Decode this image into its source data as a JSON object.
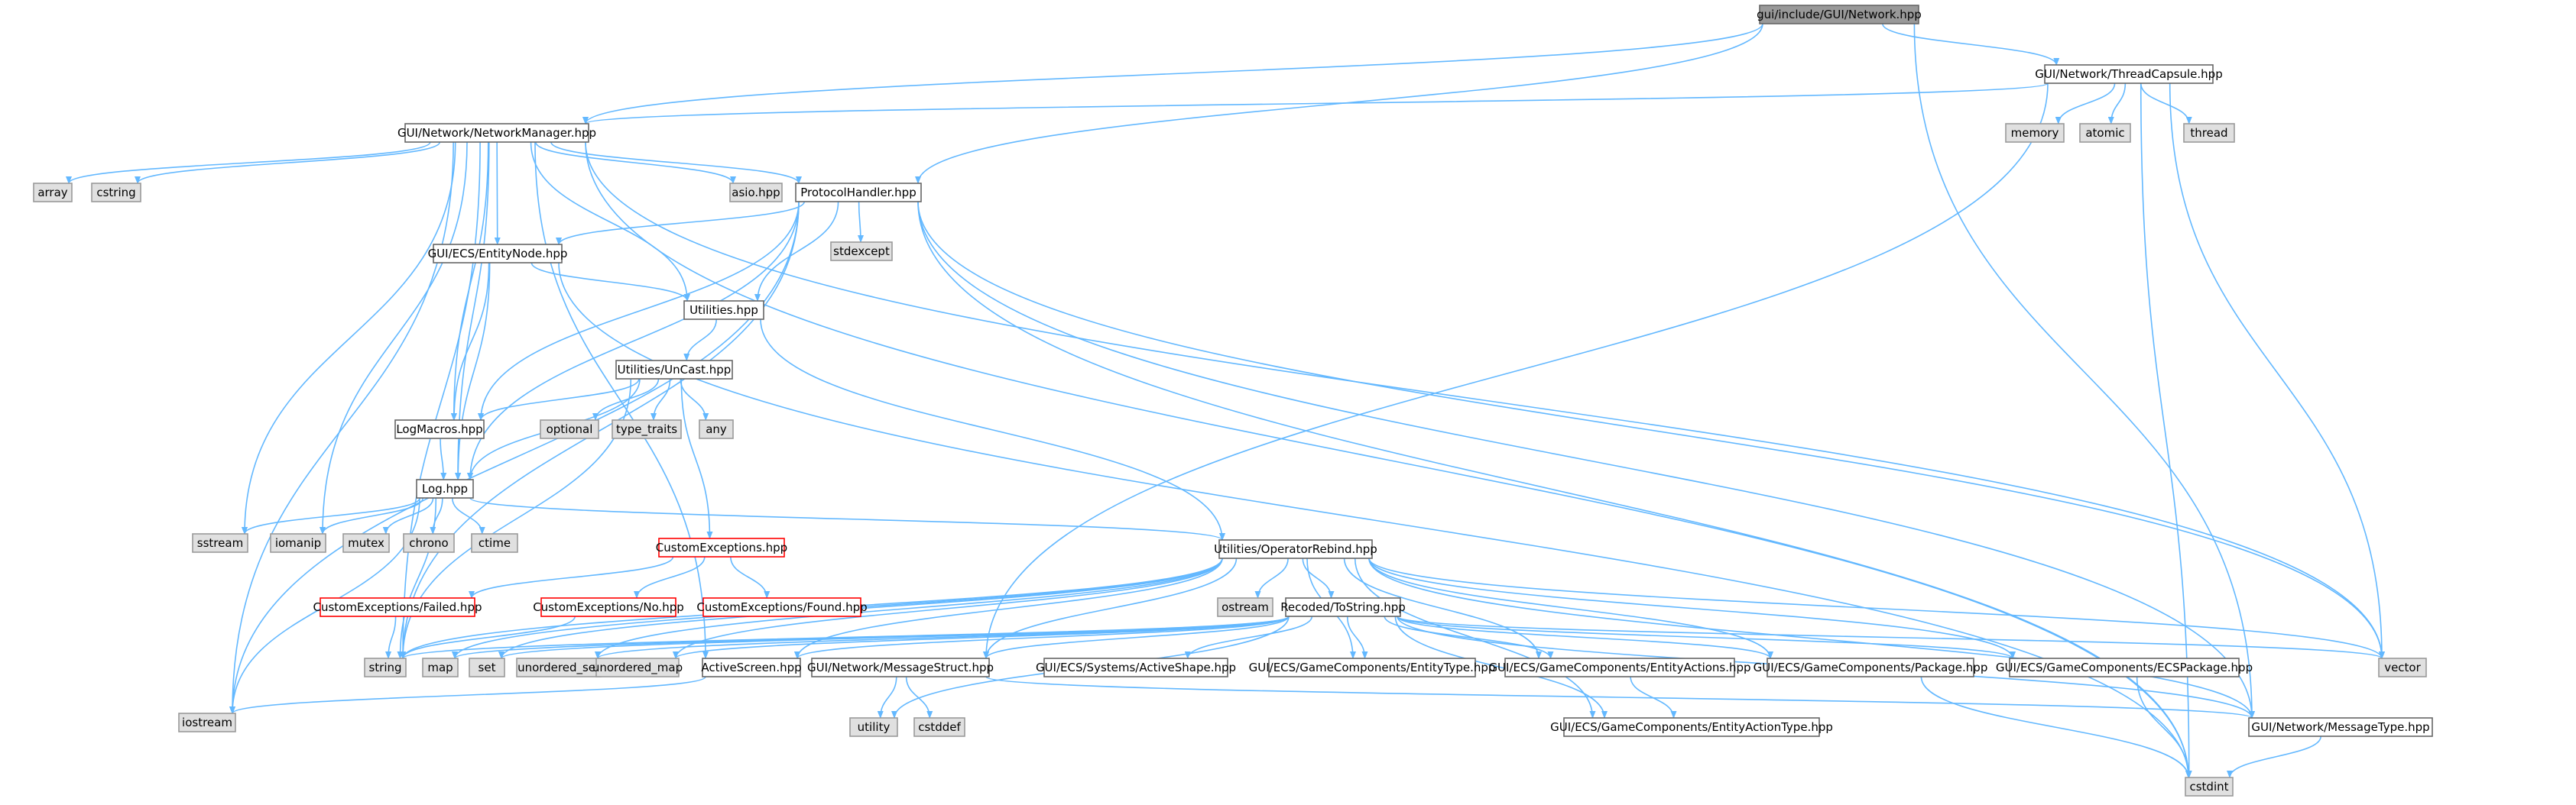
{
  "colors": {
    "edge": "#63b8ff",
    "node_fill": "#ffffff",
    "node_border": "#666666",
    "system_fill": "#e0e0e0",
    "system_border": "#999999",
    "root_fill": "#999999",
    "root_border": "#666666",
    "missing_border": "#ff0000",
    "text": "#000000"
  },
  "nodes": [
    {
      "id": "network",
      "label": "gui/include/GUI/Network.hpp",
      "kind": "root"
    },
    {
      "id": "threadcapsule",
      "label": "GUI/Network/ThreadCapsule.hpp",
      "kind": "local"
    },
    {
      "id": "netmgr",
      "label": "GUI/Network/NetworkManager.hpp",
      "kind": "local"
    },
    {
      "id": "memory",
      "label": "memory",
      "kind": "system"
    },
    {
      "id": "atomic",
      "label": "atomic",
      "kind": "system"
    },
    {
      "id": "thread",
      "label": "thread",
      "kind": "system"
    },
    {
      "id": "array",
      "label": "array",
      "kind": "system"
    },
    {
      "id": "cstring",
      "label": "cstring",
      "kind": "system"
    },
    {
      "id": "asio",
      "label": "asio.hpp",
      "kind": "system"
    },
    {
      "id": "protocol",
      "label": "ProtocolHandler.hpp",
      "kind": "local"
    },
    {
      "id": "stdexcept",
      "label": "stdexcept",
      "kind": "system"
    },
    {
      "id": "entitynode",
      "label": "GUI/ECS/EntityNode.hpp",
      "kind": "local"
    },
    {
      "id": "utilities",
      "label": "Utilities.hpp",
      "kind": "local"
    },
    {
      "id": "uncast",
      "label": "Utilities/UnCast.hpp",
      "kind": "local"
    },
    {
      "id": "logmacros",
      "label": "LogMacros.hpp",
      "kind": "local"
    },
    {
      "id": "optional",
      "label": "optional",
      "kind": "system"
    },
    {
      "id": "type_traits",
      "label": "type_traits",
      "kind": "system"
    },
    {
      "id": "any",
      "label": "any",
      "kind": "system"
    },
    {
      "id": "log",
      "label": "Log.hpp",
      "kind": "local"
    },
    {
      "id": "sstream",
      "label": "sstream",
      "kind": "system"
    },
    {
      "id": "iomanip",
      "label": "iomanip",
      "kind": "system"
    },
    {
      "id": "mutex",
      "label": "mutex",
      "kind": "system"
    },
    {
      "id": "chrono",
      "label": "chrono",
      "kind": "system"
    },
    {
      "id": "ctime",
      "label": "ctime",
      "kind": "system"
    },
    {
      "id": "customexc",
      "label": "CustomExceptions.hpp",
      "kind": "missing"
    },
    {
      "id": "opreb",
      "label": "Utilities/OperatorRebind.hpp",
      "kind": "local"
    },
    {
      "id": "failed",
      "label": "CustomExceptions/Failed.hpp",
      "kind": "missing"
    },
    {
      "id": "no",
      "label": "CustomExceptions/No.hpp",
      "kind": "missing"
    },
    {
      "id": "found",
      "label": "CustomExceptions/Found.hpp",
      "kind": "missing"
    },
    {
      "id": "ostream",
      "label": "ostream",
      "kind": "system"
    },
    {
      "id": "tostring",
      "label": "Recoded/ToString.hpp",
      "kind": "local"
    },
    {
      "id": "string",
      "label": "string",
      "kind": "system"
    },
    {
      "id": "map",
      "label": "map",
      "kind": "system"
    },
    {
      "id": "set",
      "label": "set",
      "kind": "system"
    },
    {
      "id": "unordered_set",
      "label": "unordered_set",
      "kind": "system"
    },
    {
      "id": "unordered_map",
      "label": "unordered_map",
      "kind": "system"
    },
    {
      "id": "activescreen",
      "label": "ActiveScreen.hpp",
      "kind": "local"
    },
    {
      "id": "msgstruct",
      "label": "GUI/Network/MessageStruct.hpp",
      "kind": "local"
    },
    {
      "id": "activeshape",
      "label": "GUI/ECS/Systems/ActiveShape.hpp",
      "kind": "local"
    },
    {
      "id": "entitytype",
      "label": "GUI/ECS/GameComponents/EntityType.hpp",
      "kind": "local"
    },
    {
      "id": "entityactions",
      "label": "GUI/ECS/GameComponents/EntityActions.hpp",
      "kind": "local"
    },
    {
      "id": "package",
      "label": "GUI/ECS/GameComponents/Package.hpp",
      "kind": "local"
    },
    {
      "id": "ecspackage",
      "label": "GUI/ECS/GameComponents/ECSPackage.hpp",
      "kind": "local"
    },
    {
      "id": "vector",
      "label": "vector",
      "kind": "system"
    },
    {
      "id": "iostream",
      "label": "iostream",
      "kind": "system"
    },
    {
      "id": "utility",
      "label": "utility",
      "kind": "system"
    },
    {
      "id": "cstddef",
      "label": "cstddef",
      "kind": "system"
    },
    {
      "id": "entityactiontype",
      "label": "GUI/ECS/GameComponents/EntityActionType.hpp",
      "kind": "local"
    },
    {
      "id": "msgtype",
      "label": "GUI/Network/MessageType.hpp",
      "kind": "local"
    },
    {
      "id": "cstdint",
      "label": "cstdint",
      "kind": "system"
    }
  ],
  "edges": [
    [
      "network",
      "threadcapsule"
    ],
    [
      "network",
      "netmgr"
    ],
    [
      "network",
      "protocol"
    ],
    [
      "network",
      "msgtype"
    ],
    [
      "threadcapsule",
      "netmgr"
    ],
    [
      "threadcapsule",
      "memory"
    ],
    [
      "threadcapsule",
      "atomic"
    ],
    [
      "threadcapsule",
      "thread"
    ],
    [
      "threadcapsule",
      "vector"
    ],
    [
      "threadcapsule",
      "cstdint"
    ],
    [
      "threadcapsule",
      "msgstruct"
    ],
    [
      "netmgr",
      "array"
    ],
    [
      "netmgr",
      "cstring"
    ],
    [
      "netmgr",
      "asio"
    ],
    [
      "netmgr",
      "protocol"
    ],
    [
      "netmgr",
      "entitynode"
    ],
    [
      "netmgr",
      "utilities"
    ],
    [
      "netmgr",
      "logmacros"
    ],
    [
      "netmgr",
      "log"
    ],
    [
      "netmgr",
      "sstream"
    ],
    [
      "netmgr",
      "iomanip"
    ],
    [
      "netmgr",
      "iostream"
    ],
    [
      "netmgr",
      "cstdint"
    ],
    [
      "netmgr",
      "vector"
    ],
    [
      "netmgr",
      "string"
    ],
    [
      "netmgr",
      "activescreen"
    ],
    [
      "protocol",
      "stdexcept"
    ],
    [
      "protocol",
      "entitynode"
    ],
    [
      "protocol",
      "utilities"
    ],
    [
      "protocol",
      "logmacros"
    ],
    [
      "protocol",
      "log"
    ],
    [
      "protocol",
      "iostream"
    ],
    [
      "protocol",
      "string"
    ],
    [
      "protocol",
      "vector"
    ],
    [
      "protocol",
      "msgtype"
    ],
    [
      "protocol",
      "cstdint"
    ],
    [
      "entitynode",
      "utilities"
    ],
    [
      "entitynode",
      "logmacros"
    ],
    [
      "entitynode",
      "log"
    ],
    [
      "entitynode",
      "cstdint"
    ],
    [
      "utilities",
      "uncast"
    ],
    [
      "utilities",
      "opreb"
    ],
    [
      "uncast",
      "logmacros"
    ],
    [
      "uncast",
      "log"
    ],
    [
      "uncast",
      "optional"
    ],
    [
      "uncast",
      "type_traits"
    ],
    [
      "uncast",
      "any"
    ],
    [
      "uncast",
      "customexc"
    ],
    [
      "uncast",
      "string"
    ],
    [
      "logmacros",
      "log"
    ],
    [
      "log",
      "sstream"
    ],
    [
      "log",
      "iomanip"
    ],
    [
      "log",
      "mutex"
    ],
    [
      "log",
      "chrono"
    ],
    [
      "log",
      "ctime"
    ],
    [
      "log",
      "opreb"
    ],
    [
      "log",
      "iostream"
    ],
    [
      "log",
      "string"
    ],
    [
      "customexc",
      "failed"
    ],
    [
      "customexc",
      "no"
    ],
    [
      "customexc",
      "found"
    ],
    [
      "failed",
      "string"
    ],
    [
      "no",
      "string"
    ],
    [
      "opreb",
      "ostream"
    ],
    [
      "opreb",
      "tostring"
    ],
    [
      "opreb",
      "string"
    ],
    [
      "opreb",
      "map"
    ],
    [
      "opreb",
      "set"
    ],
    [
      "opreb",
      "unordered_set"
    ],
    [
      "opreb",
      "unordered_map"
    ],
    [
      "opreb",
      "vector"
    ],
    [
      "opreb",
      "msgstruct"
    ],
    [
      "opreb",
      "entitytype"
    ],
    [
      "opreb",
      "entityactions"
    ],
    [
      "opreb",
      "package"
    ],
    [
      "opreb",
      "ecspackage"
    ],
    [
      "opreb",
      "entityactiontype"
    ],
    [
      "opreb",
      "msgtype"
    ],
    [
      "opreb",
      "activescreen"
    ],
    [
      "tostring",
      "string"
    ],
    [
      "tostring",
      "map"
    ],
    [
      "tostring",
      "set"
    ],
    [
      "tostring",
      "unordered_set"
    ],
    [
      "tostring",
      "unordered_map"
    ],
    [
      "tostring",
      "vector"
    ],
    [
      "tostring",
      "activescreen"
    ],
    [
      "tostring",
      "msgstruct"
    ],
    [
      "tostring",
      "activeshape"
    ],
    [
      "tostring",
      "entitytype"
    ],
    [
      "tostring",
      "entityactions"
    ],
    [
      "tostring",
      "package"
    ],
    [
      "tostring",
      "ecspackage"
    ],
    [
      "tostring",
      "entityactiontype"
    ],
    [
      "tostring",
      "msgtype"
    ],
    [
      "tostring",
      "utility"
    ],
    [
      "activescreen",
      "iostream"
    ],
    [
      "msgstruct",
      "utility"
    ],
    [
      "msgstruct",
      "cstddef"
    ],
    [
      "msgstruct",
      "msgtype"
    ],
    [
      "entityactions",
      "entityactiontype"
    ],
    [
      "package",
      "cstdint"
    ],
    [
      "ecspackage",
      "cstdint"
    ],
    [
      "msgtype",
      "cstdint"
    ]
  ]
}
